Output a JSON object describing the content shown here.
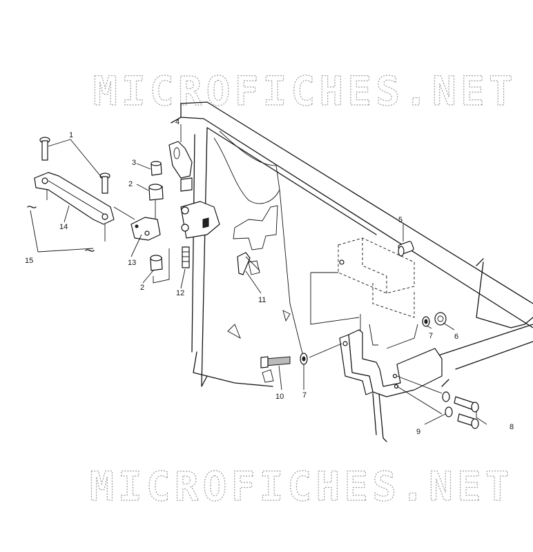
{
  "watermark": {
    "top_text": "MICROFICHES.NET",
    "bottom_text": "MICROFICHES.NET"
  },
  "callouts": [
    {
      "id": "c1",
      "label": "1"
    },
    {
      "id": "c2a",
      "label": "2"
    },
    {
      "id": "c2b",
      "label": "2"
    },
    {
      "id": "c3",
      "label": "3"
    },
    {
      "id": "c4",
      "label": "4"
    },
    {
      "id": "c5",
      "label": "5"
    },
    {
      "id": "c6",
      "label": "6"
    },
    {
      "id": "c7a",
      "label": "7"
    },
    {
      "id": "c7b",
      "label": "7"
    },
    {
      "id": "c8",
      "label": "8"
    },
    {
      "id": "c9",
      "label": "9"
    },
    {
      "id": "c10",
      "label": "10"
    },
    {
      "id": "c11",
      "label": "11"
    },
    {
      "id": "c12",
      "label": "12"
    },
    {
      "id": "c13",
      "label": "13"
    },
    {
      "id": "c14",
      "label": "14"
    },
    {
      "id": "c15",
      "label": "15"
    }
  ]
}
